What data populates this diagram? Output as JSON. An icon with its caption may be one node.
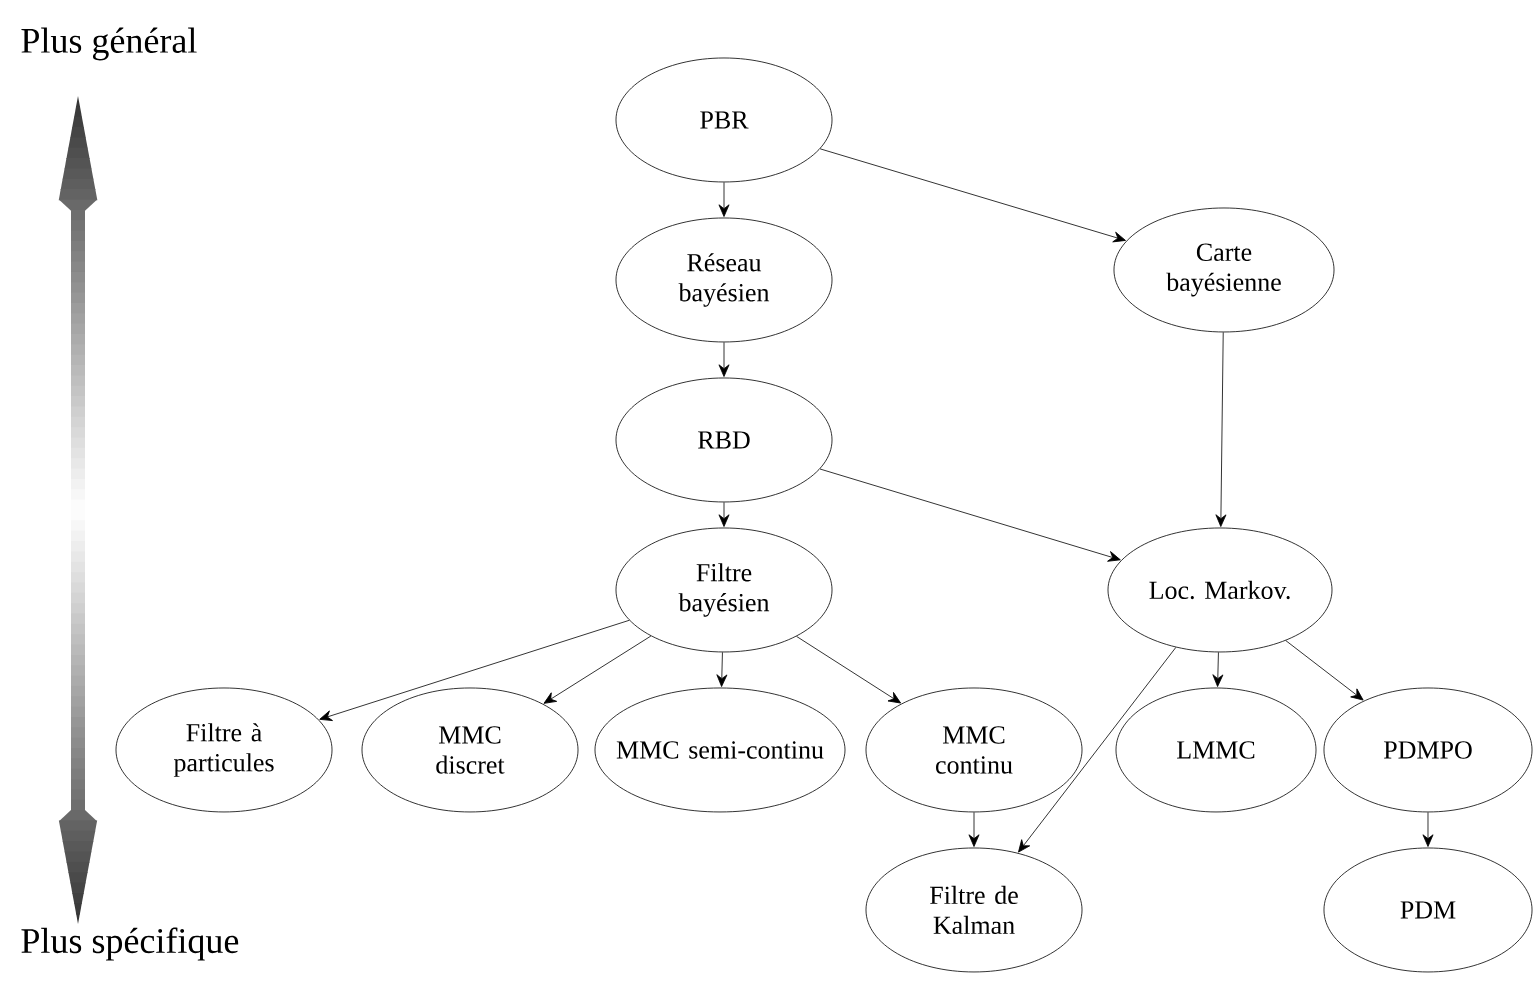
{
  "diagram": {
    "nodes": [
      {
        "text": [
          "PBR"
        ]
      },
      {
        "text": [
          "Réseau bayésien"
        ]
      },
      {
        "text": [
          "Carte bayésienne"
        ]
      },
      {
        "text": [
          "RBD"
        ]
      },
      {
        "text": [
          "Filtre bayésien"
        ]
      },
      {
        "text": [
          "Loc. Markov."
        ]
      },
      {
        "text": [
          "Filtre à particules"
        ]
      },
      {
        "text": [
          "MMC discret"
        ]
      },
      {
        "text": [
          "MMC semi-continu"
        ]
      },
      {
        "text": [
          "MMC continu"
        ]
      },
      {
        "text": [
          "LMMC"
        ]
      },
      {
        "text": [
          "PDMPO"
        ]
      },
      {
        "text": [
          "Filtre de Kalman"
        ]
      },
      {
        "text": [
          "PDM"
        ]
      }
    ],
    "edges": [
      {
        "from": 0,
        "to": 1,
        "arrow": "to"
      },
      {
        "from": 0,
        "to": 2,
        "arrow": "to"
      },
      {
        "from": 1,
        "to": 3,
        "arrow": "to"
      },
      {
        "from": 3,
        "to": 4,
        "arrow": "to"
      },
      {
        "from": 3,
        "to": 5,
        "arrow": "to"
      },
      {
        "from": 2,
        "to": 5,
        "arrow": "to"
      },
      {
        "from": 4,
        "to": 6,
        "arrow": "to"
      },
      {
        "from": 4,
        "to": 7,
        "arrow": "to"
      },
      {
        "from": 4,
        "to": 8,
        "arrow": "to"
      },
      {
        "from": 4,
        "to": 9,
        "arrow": "to"
      },
      {
        "from": 5,
        "to": 10,
        "arrow": "to"
      },
      {
        "from": 5,
        "to": 11,
        "arrow": "to"
      },
      {
        "from": 5,
        "to": 12,
        "arrow": "to"
      },
      {
        "from": 9,
        "to": 12,
        "arrow": "to"
      },
      {
        "from": 11,
        "to": 13,
        "arrow": "to"
      }
    ],
    "labels": [
      "Plus général",
      "Plus spécifique"
    ]
  }
}
